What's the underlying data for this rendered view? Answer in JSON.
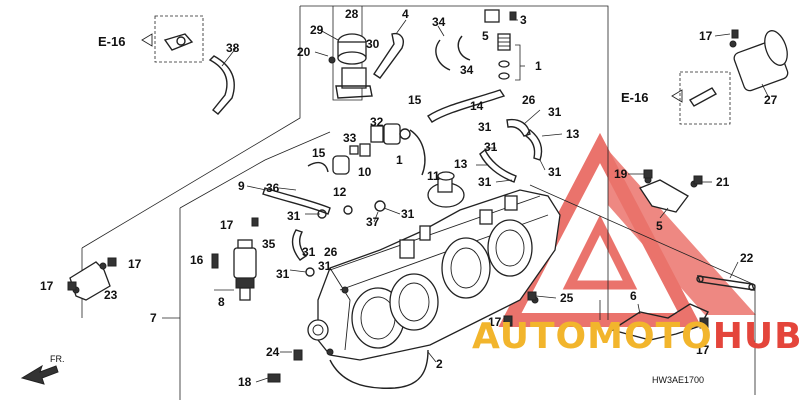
{
  "diagram": {
    "code": "HW3AE1700",
    "refs": {
      "e16_left": "E-16",
      "e16_right": "E-16",
      "front": "FR."
    },
    "callouts": {
      "c28": "28",
      "c29": "29",
      "c30": "30",
      "c20": "20",
      "c38": "38",
      "c4": "4",
      "c34a": "34",
      "c34b": "34",
      "c3": "3",
      "c5a": "5",
      "c1a": "1",
      "c17a": "17",
      "c27": "27",
      "c15a": "15",
      "c14": "14",
      "c26a": "26",
      "c31a": "31",
      "c31b": "31",
      "c13a": "13",
      "c32": "32",
      "c33": "33",
      "c1b": "1",
      "c15b": "15",
      "c10": "10",
      "c31c": "31",
      "c13b": "13",
      "c31d": "31",
      "c11": "11",
      "c12": "12",
      "c31e": "31",
      "c9": "9",
      "c36": "36",
      "c31f": "31",
      "c37": "37",
      "c31g": "31",
      "c31h": "31",
      "c17b": "17",
      "c35": "35",
      "c31i": "31",
      "c26b": "26",
      "c16": "16",
      "c17c": "17",
      "c17d": "17",
      "c23": "23",
      "c31j": "31",
      "c8": "8",
      "c7": "7",
      "c24": "24",
      "c2": "2",
      "c18": "18",
      "c19": "19",
      "c21": "21",
      "c5b": "5",
      "c22": "22",
      "c25": "25",
      "c6": "6",
      "c17e": "17",
      "c17f": "17"
    }
  },
  "watermark": {
    "part1": "AUTOMOTO",
    "part2": "HUB",
    "color_primary": "#f2b52c",
    "color_accent": "#e4453b"
  }
}
